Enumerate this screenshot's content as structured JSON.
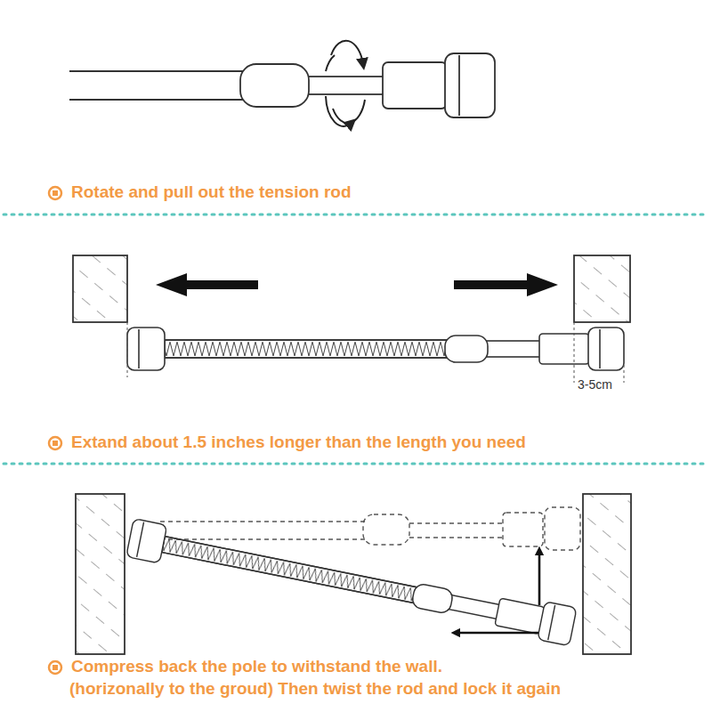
{
  "diagram": {
    "labels": [
      "Rotate and pull out the tension rod",
      "3-5cm",
      "Extand about 1.5 inches longer than the length you need",
      "Compress back the pole to withstand the wall.",
      "(horizonally to the groud) Then twist the rod and lock it again"
    ]
  }
}
